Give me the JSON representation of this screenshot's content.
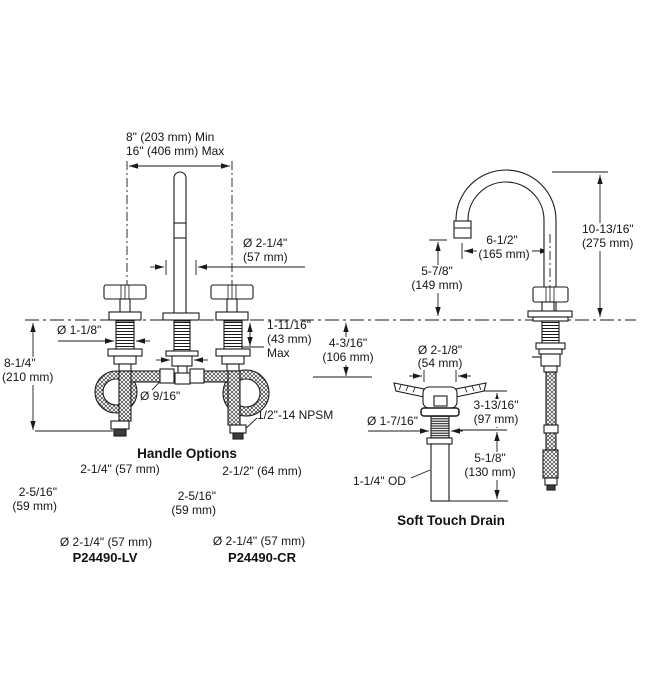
{
  "front_view": {
    "spread_min": "8\" (203 mm) Min",
    "spread_max": "16\" (406 mm) Max",
    "spout_base_dia": "Ø 2-1/4\"",
    "spout_base_dia_mm": "(57 mm)",
    "shank_dia": "Ø 1-1/8\"",
    "below_deck_height": "8-1/4\"",
    "below_deck_height_mm": "(210 mm)",
    "deck_max_1": "1-11/16\"",
    "deck_max_2": "(43 mm)",
    "deck_max_3": "Max",
    "supply_drop": "4-3/16\"",
    "supply_drop_mm": "(106 mm)",
    "supply_pipe_dia": "Ø 9/16\"",
    "inlet_thread": "1/2\"-14 NPSM"
  },
  "side_view": {
    "reach": "6-1/2\"",
    "reach_mm": "(165 mm)",
    "spout_height": "5-7/8\"",
    "spout_height_mm": "(149 mm)",
    "overall_height": "10-13/16\"",
    "overall_height_mm": "(275 mm)"
  },
  "handle_options": {
    "heading": "Handle Options",
    "lever": {
      "width": "2-1/4\" (57 mm)",
      "height": "2-5/16\"",
      "height_mm": "(59 mm)",
      "base_dia": "Ø 2-1/4\" (57 mm)",
      "part_number": "P24490-LV"
    },
    "cross": {
      "width": "2-1/2\" (64 mm)",
      "height": "2-5/16\"",
      "height_mm": "(59 mm)",
      "base_dia": "Ø 2-1/4\" (57 mm)",
      "part_number": "P24490-CR"
    }
  },
  "drain": {
    "heading": "Soft Touch Drain",
    "flange_dia": "Ø 2-1/8\"",
    "flange_dia_mm": "(54 mm)",
    "thread_dia": "Ø 1-7/16\"",
    "body_height": "3-13/16\"",
    "body_height_mm": "(97 mm)",
    "tailpiece": "5-1/8\"",
    "tailpiece_mm": "(130 mm)",
    "od": "1-1/4\" OD"
  },
  "colors": {
    "line": "#1a1a1a",
    "background": "#ffffff"
  }
}
